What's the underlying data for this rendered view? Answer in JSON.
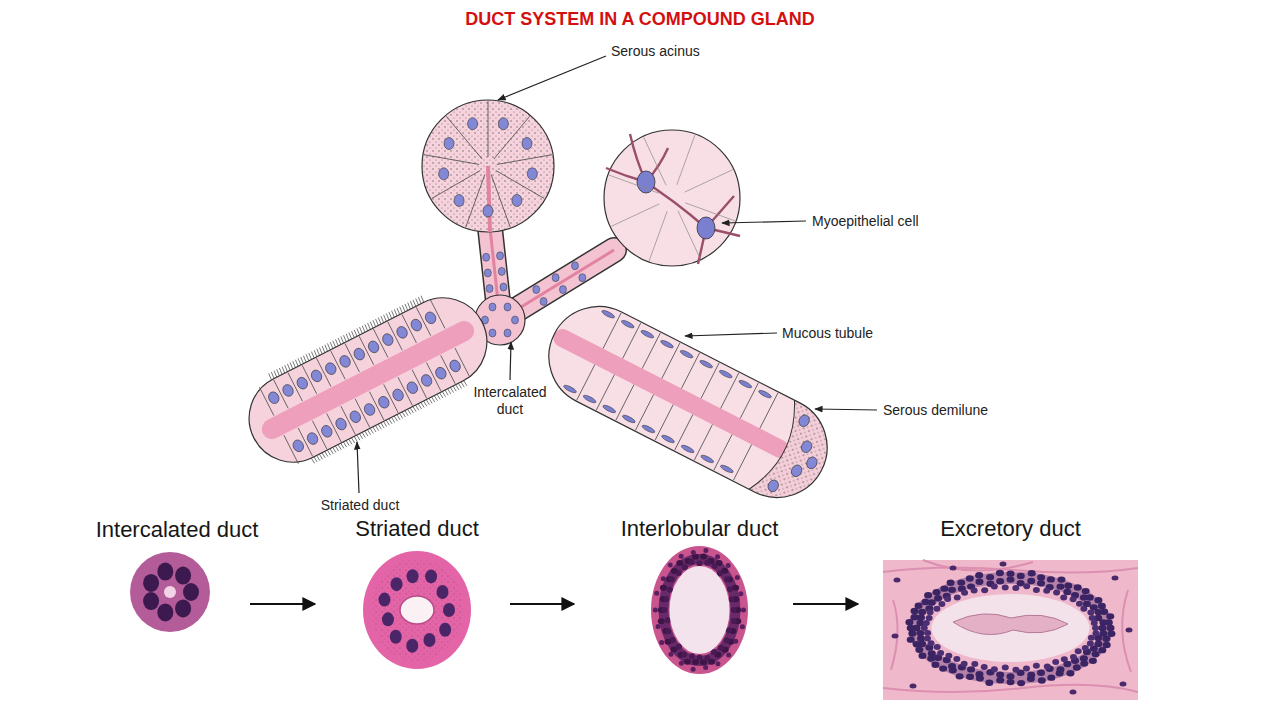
{
  "diagram": {
    "title": "DUCT SYSTEM IN A COMPOUND GLAND",
    "nodes": [
      {
        "text": [
          "Intercalated duct"
        ]
      },
      {
        "text": [
          "Striated duct"
        ]
      },
      {
        "text": [
          "Interlobular duct"
        ]
      },
      {
        "text": [
          "Excretory duct"
        ]
      }
    ],
    "edges": [
      {
        "from": 0,
        "to": 1,
        "arrow": "to"
      },
      {
        "from": 1,
        "to": 2,
        "arrow": "to"
      },
      {
        "from": 2,
        "to": 3,
        "arrow": "to"
      }
    ],
    "labels": [
      "Serous acinus",
      "Myoepithelial cell",
      "Mucous tubule",
      "Intercalated duct",
      "Serous demilune",
      "Striated duct"
    ]
  }
}
